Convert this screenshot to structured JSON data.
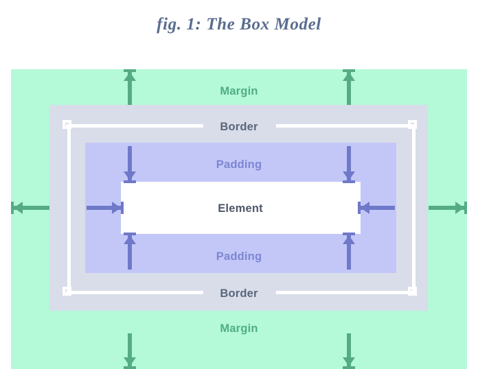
{
  "figure": {
    "title": "fig. 1: The Box Model"
  },
  "colors": {
    "page_background": "#ffffff",
    "margin_fill": "#b4f9d8",
    "border_fill": "#d8dde9",
    "padding_fill": "#c3c7f8",
    "element_fill": "#ffffff",
    "margin_label": "#4fae84",
    "border_label": "#5b6679",
    "padding_label": "#7d86d2",
    "element_label": "#4e5767",
    "margin_arrow": "#55ab85",
    "padding_arrow": "#6f79c8",
    "guide_line": "#ffffff",
    "title_text": "#5a6d90"
  },
  "regions": [
    {
      "key": "margin",
      "label": "Margin",
      "label_top": "Margin",
      "label_bottom": "Margin"
    },
    {
      "key": "border",
      "label": "Border",
      "label_top": "Border",
      "label_bottom": "Border"
    },
    {
      "key": "padding",
      "label": "Padding",
      "label_top": "Padding",
      "label_bottom": "Padding"
    },
    {
      "key": "element",
      "label": "Element"
    }
  ],
  "labels": {
    "margin_top": "Margin",
    "margin_bottom": "Margin",
    "border_top": "Border",
    "border_bottom": "Border",
    "padding_top": "Padding",
    "padding_bottom": "Padding",
    "element": "Element"
  },
  "arrows": {
    "margin": [
      {
        "name": "margin-arrow-top-left",
        "direction": "up"
      },
      {
        "name": "margin-arrow-top-right",
        "direction": "up"
      },
      {
        "name": "margin-arrow-bottom-left",
        "direction": "down"
      },
      {
        "name": "margin-arrow-bottom-right",
        "direction": "down"
      },
      {
        "name": "margin-arrow-left",
        "direction": "left"
      },
      {
        "name": "margin-arrow-right",
        "direction": "right"
      }
    ],
    "padding": [
      {
        "name": "padding-arrow-top-left",
        "direction": "down"
      },
      {
        "name": "padding-arrow-top-right",
        "direction": "down"
      },
      {
        "name": "padding-arrow-bottom-left",
        "direction": "up"
      },
      {
        "name": "padding-arrow-bottom-right",
        "direction": "up"
      },
      {
        "name": "padding-arrow-left",
        "direction": "right"
      },
      {
        "name": "padding-arrow-right",
        "direction": "left"
      }
    ]
  }
}
